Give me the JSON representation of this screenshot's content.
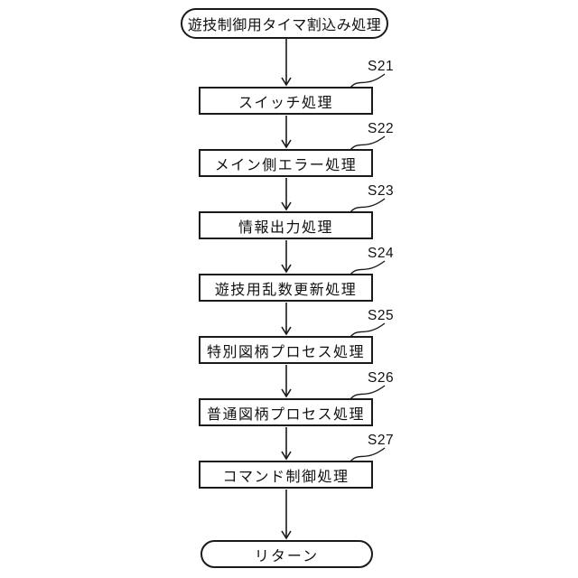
{
  "diagram": {
    "start": {
      "label": "遊技制御用タイマ割込み処理"
    },
    "steps": [
      {
        "id": "S21",
        "label": "スイッチ処理"
      },
      {
        "id": "S22",
        "label": "メイン側エラー処理"
      },
      {
        "id": "S23",
        "label": "情報出力処理"
      },
      {
        "id": "S24",
        "label": "遊技用乱数更新処理"
      },
      {
        "id": "S25",
        "label": "特別図柄プロセス処理"
      },
      {
        "id": "S26",
        "label": "普通図柄プロセス処理"
      },
      {
        "id": "S27",
        "label": "コマンド制御処理"
      }
    ],
    "end": {
      "label": "リターン"
    },
    "colors": {
      "line": "#1a1a1a",
      "background": "#ffffff"
    }
  }
}
